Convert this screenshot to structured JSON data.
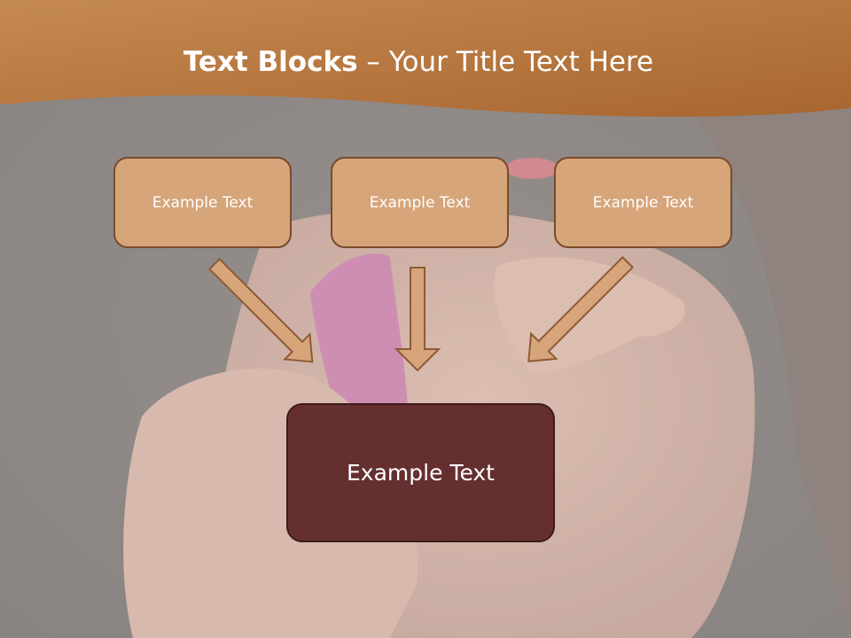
{
  "slide": {
    "title_bold": "Text Blocks",
    "title_rest": " – Your Title Text Here",
    "top_boxes": [
      {
        "label": "Example Text"
      },
      {
        "label": "Example Text"
      },
      {
        "label": "Example Text"
      }
    ],
    "main_box": {
      "label": "Example Text"
    }
  },
  "colors": {
    "banner": "#b8773a",
    "box_fill": "#d6a57a",
    "box_border": "#7a4a2b",
    "main_box_fill": "#652f30",
    "arrow_fill": "#d6a57a",
    "arrow_stroke": "#8e5a35"
  }
}
